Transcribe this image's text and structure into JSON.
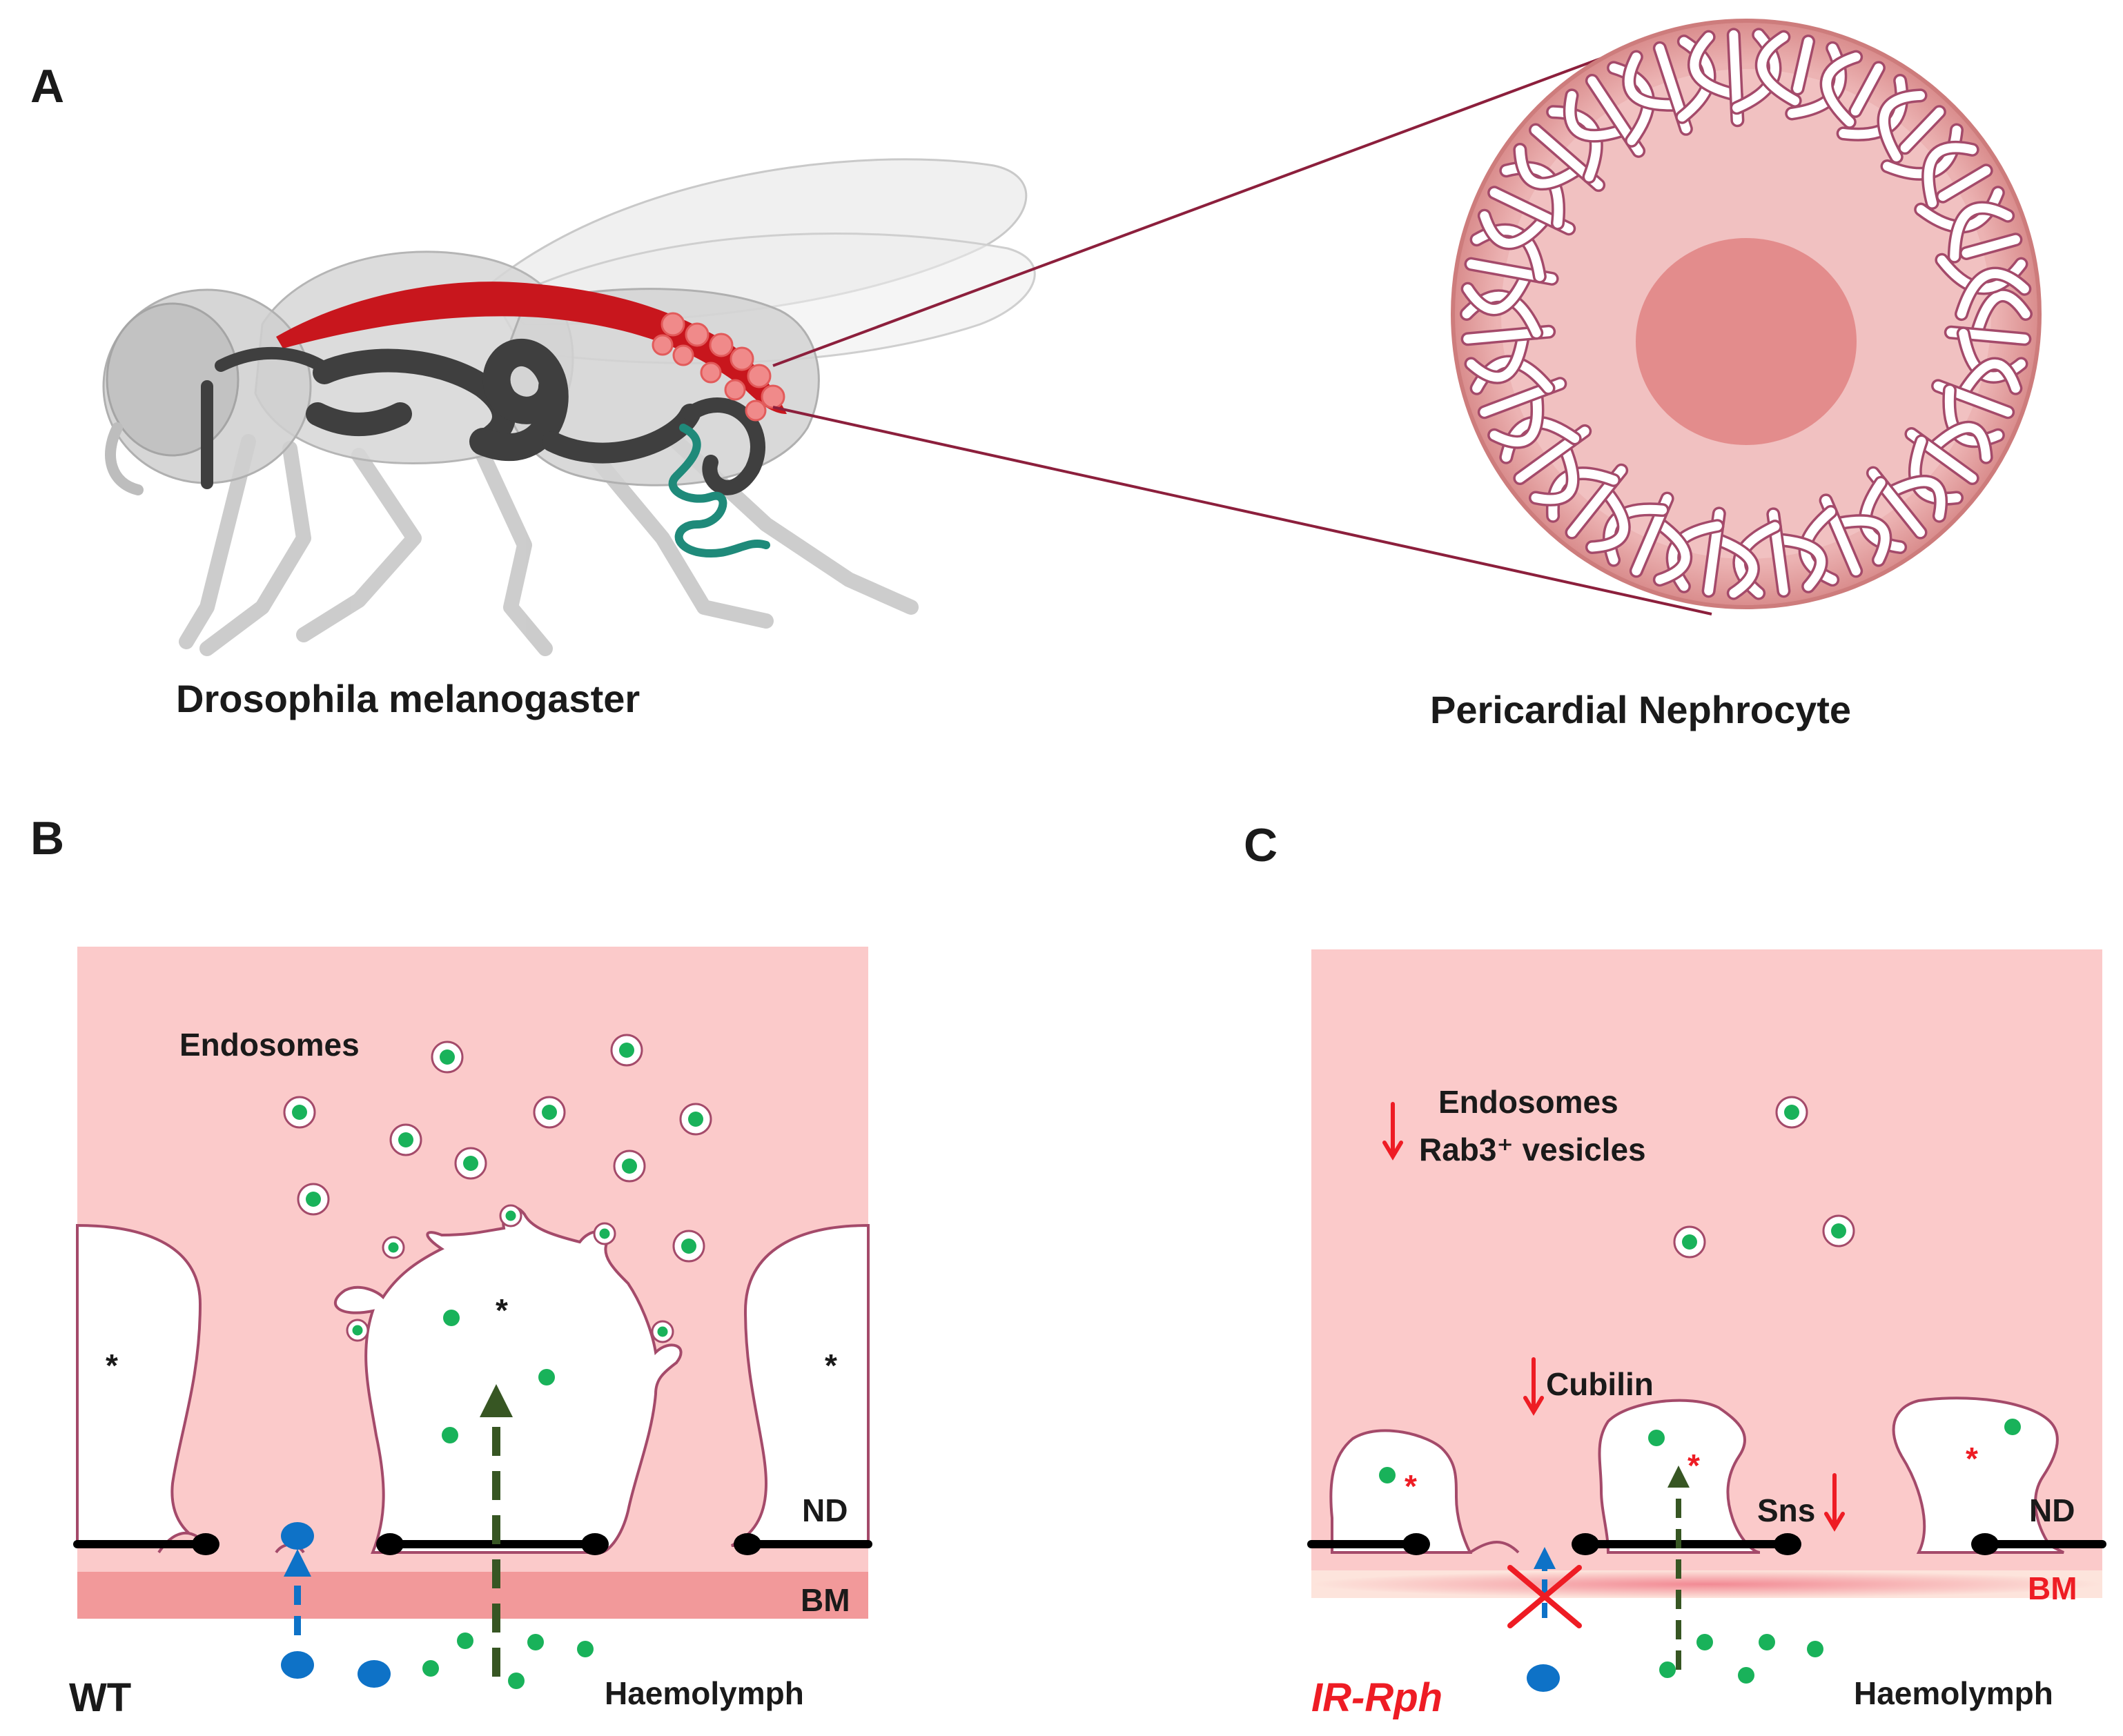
{
  "panel_a": {
    "letter": "A",
    "fly_label": "Drosophila melanogaster",
    "cell_label": "Pericardial Nephrocyte"
  },
  "panel_b": {
    "letter": "B",
    "genotype": "WT",
    "endosomes_label": "Endosomes",
    "nd_label": "ND",
    "bm_label": "BM",
    "haemolymph_label": "Haemolymph",
    "lacuna_marker": "*"
  },
  "panel_c": {
    "letter": "C",
    "genotype": "IR-Rph",
    "endosomes_label": "Endosomes",
    "rab3_label": "Rab3⁺ vesicles",
    "cubilin_label": "Cubilin",
    "sns_label": "Sns",
    "nd_label": "ND",
    "bm_label": "BM",
    "haemolymph_label": "Haemolymph",
    "lacuna_marker": "*"
  },
  "colors": {
    "cytoplasm": "#fbcaca",
    "membrane": "#a44a6a",
    "basement_membrane": "#f2999a",
    "endosome_green": "#19b25a",
    "protein_blue": "#0e72c7",
    "arrow_green": "#375623",
    "heart_red": "#c8161d",
    "gut_dark": "#3f3f3f",
    "nephrocyte_fill": "#eebcbc",
    "nucleus": "#e38c8c",
    "highlight_red": "#ee1c24",
    "malpighian_teal": "#1f8a7a"
  },
  "icons": [
    "fly-illustration",
    "nephrocyte-cell-illustration",
    "endosome-vesicle-icon",
    "slit-diaphragm-icon",
    "blocked-uptake-x-icon"
  ]
}
